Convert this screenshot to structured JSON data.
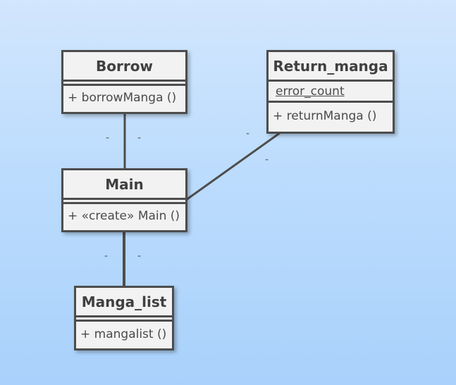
{
  "diagram": {
    "classes": [
      {
        "id": "borrow",
        "name": "Borrow",
        "attributes": [],
        "operations": [
          "+ borrowManga ()"
        ]
      },
      {
        "id": "return_manga",
        "name": "Return_manga",
        "attributes": [
          {
            "text": "error_count",
            "static": true
          }
        ],
        "operations": [
          "+ returnManga ()"
        ]
      },
      {
        "id": "main",
        "name": "Main",
        "attributes": [],
        "operations": [
          "+ «create» Main ()"
        ]
      },
      {
        "id": "manga_list",
        "name": "Manga_list",
        "attributes": [],
        "operations": [
          "+ mangalist ()"
        ]
      }
    ],
    "associations": [
      {
        "from": "borrow",
        "to": "main",
        "source_multiplicity": "-",
        "target_multiplicity": "-"
      },
      {
        "from": "return_manga",
        "to": "main",
        "source_multiplicity": "-",
        "target_multiplicity": "-"
      },
      {
        "from": "main",
        "to": "manga_list",
        "source_multiplicity": "-",
        "target_multiplicity": "-"
      }
    ],
    "colors": {
      "box_fill": "#f2f2f2",
      "box_border": "#4d4d4d",
      "line": "#4d4d4d",
      "background": "#bcdcfd"
    }
  }
}
